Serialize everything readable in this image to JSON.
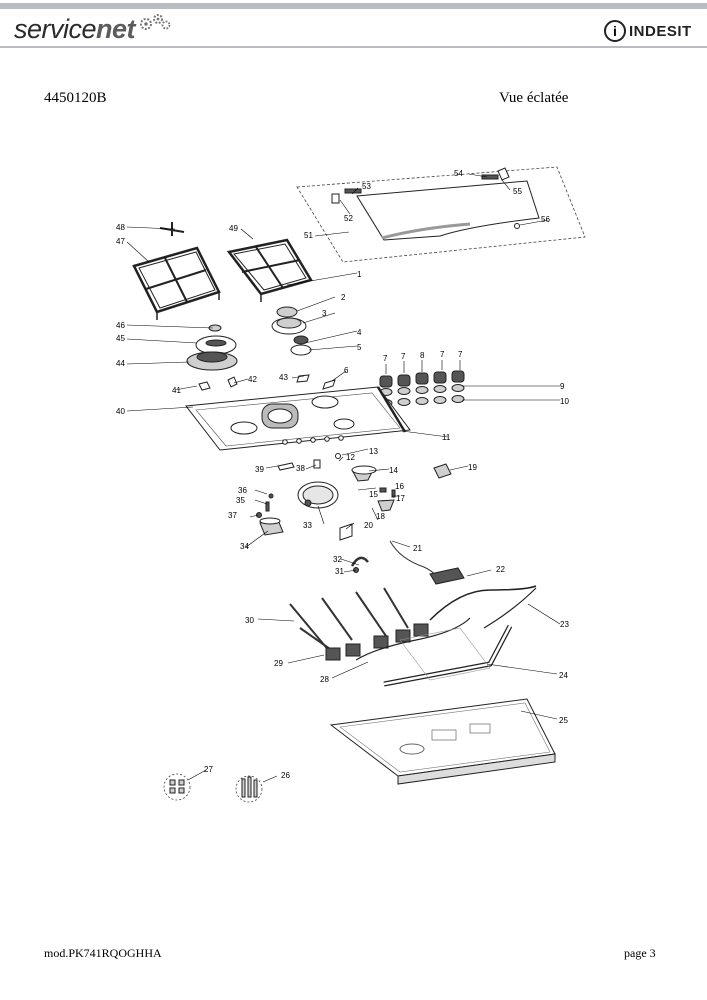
{
  "header": {
    "brand_part1": "service",
    "brand_part2": "net",
    "logo_initial": "i",
    "logo_text": "INDESIT",
    "document_code": "4450120B",
    "view_title": "Vue éclatée"
  },
  "footer": {
    "model": "mod.PK741RQOGHHA",
    "page": "page 3"
  },
  "diagram": {
    "part_labels": [
      "1",
      "2",
      "3",
      "4",
      "5",
      "7",
      "7",
      "8",
      "7",
      "7",
      "9",
      "10",
      "11",
      "12",
      "13",
      "14",
      "15",
      "16",
      "17",
      "18",
      "19",
      "20",
      "21",
      "22",
      "23",
      "24",
      "25",
      "26",
      "27",
      "28",
      "29",
      "30",
      "31",
      "32",
      "33",
      "34",
      "35",
      "36",
      "37",
      "38",
      "39",
      "40",
      "41",
      "42",
      "43",
      "44",
      "45",
      "46",
      "47",
      "48",
      "49",
      "51",
      "52",
      "53",
      "54",
      "55",
      "56",
      "6"
    ]
  },
  "colors": {
    "header_rule": "#b9bcc0",
    "brand_dark": "#2b2b2b",
    "brand_grey": "#5c5c5c"
  }
}
